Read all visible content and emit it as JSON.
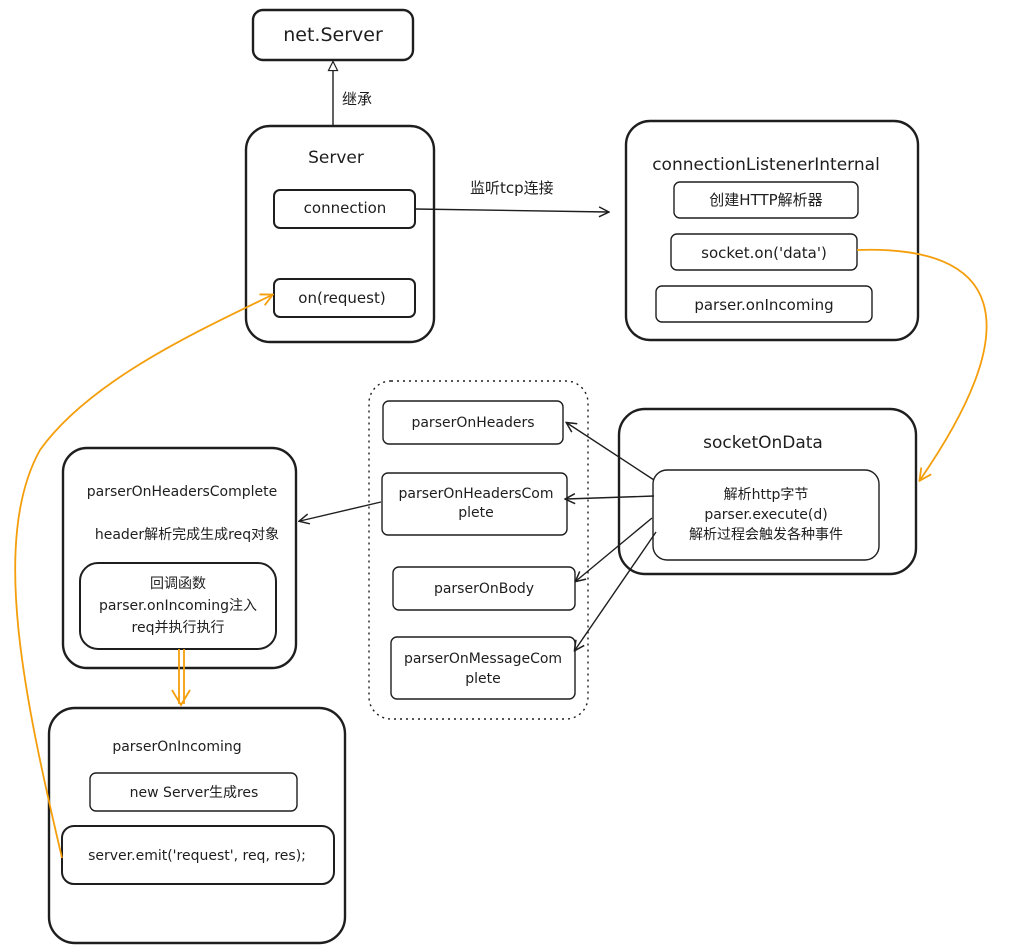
{
  "netServer": {
    "label": "net.Server"
  },
  "inheritLabel": "继承",
  "server": {
    "title": "Server",
    "connection": "connection",
    "onRequest": "on(request)"
  },
  "listenLabel": "监听tcp连接",
  "cli": {
    "title": "connectionListenerInternal",
    "createParser": "创建HTTP解析器",
    "socketOnData": "socket.on('data')",
    "parserOnIncoming": "parser.onIncoming"
  },
  "sod": {
    "title": "socketOnData",
    "lines": [
      "解析http字节",
      "parser.execute(d)",
      "解析过程会触发各种事件"
    ]
  },
  "events": {
    "headers": "parserOnHeaders",
    "headersComplete": [
      "parserOnHeadersCom",
      "plete"
    ],
    "body": "parserOnBody",
    "messageComplete": [
      "parserOnMessageCom",
      "plete"
    ]
  },
  "ohc": {
    "title": "parserOnHeadersComplete",
    "desc": "header解析完成生成req对象",
    "callback": [
      "回调函数",
      "parser.onIncoming注入",
      "req并执行执行"
    ]
  },
  "poi": {
    "title": "parserOnIncoming",
    "newServer": "new Server生成res",
    "emit": "server.emit('request', req, res);"
  }
}
